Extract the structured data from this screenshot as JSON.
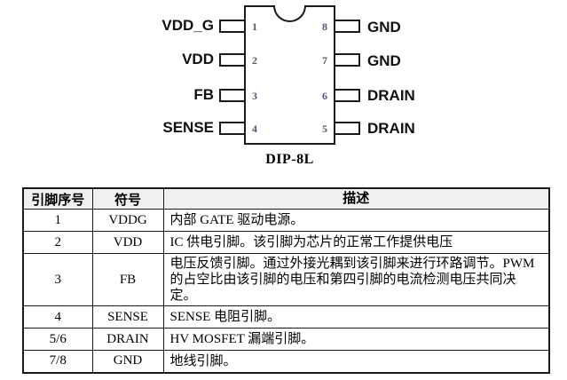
{
  "diagram": {
    "caption": "DIP-8L",
    "left_pins": [
      {
        "number": "1",
        "label": "VDD_G"
      },
      {
        "number": "2",
        "label": "VDD"
      },
      {
        "number": "3",
        "label": "FB"
      },
      {
        "number": "4",
        "label": "SENSE"
      }
    ],
    "right_pins": [
      {
        "number": "8",
        "label": "GND"
      },
      {
        "number": "7",
        "label": "GND"
      },
      {
        "number": "6",
        "label": "DRAIN"
      },
      {
        "number": "5",
        "label": "DRAIN"
      }
    ]
  },
  "table": {
    "headers": [
      "引脚序号",
      "符号",
      "描述"
    ],
    "rows": [
      {
        "pin": "1",
        "symbol": "VDDG",
        "description": "内部 GATE 驱动电源。"
      },
      {
        "pin": "2",
        "symbol": "VDD",
        "description": "IC 供电引脚。该引脚为芯片的正常工作提供电压"
      },
      {
        "pin": "3",
        "symbol": "FB",
        "description": "电压反馈引脚。通过外接光耦到该引脚来进行环路调节。PWM 的占空比由该引脚的电压和第四引脚的电流检测电压共同决定。"
      },
      {
        "pin": "4",
        "symbol": "SENSE",
        "description": "SENSE 电阻引脚。"
      },
      {
        "pin": "5/6",
        "symbol": "DRAIN",
        "description": "HV MOSFET  漏端引脚。"
      },
      {
        "pin": "7/8",
        "symbol": "GND",
        "description": "地线引脚。"
      }
    ]
  },
  "colors": {
    "border": "#1a1a1a",
    "pin_number_text": "#4a5a7a",
    "table_header_bg": "#f0f0ee"
  }
}
